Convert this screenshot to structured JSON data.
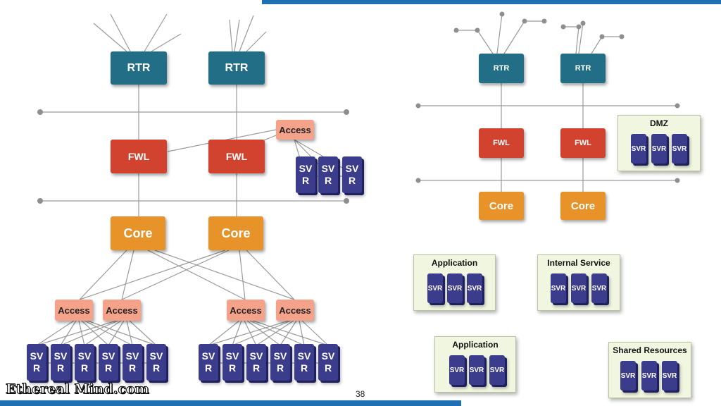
{
  "labels": {
    "rtr": "RTR",
    "fwl": "FWL",
    "core": "Core",
    "access": "Access",
    "svr_split": "SV R",
    "svr": "SVR"
  },
  "zones": {
    "dmz": "DMZ",
    "application": "Application",
    "internal_service": "Internal Service",
    "application_2": "Application",
    "shared_resources": "Shared Resources"
  },
  "footer": {
    "logo": "Ethereal Mind.com",
    "page_number": "38"
  },
  "colors": {
    "router": "#216e86",
    "firewall": "#d2432f",
    "core": "#e8932a",
    "access": "#f5a28a",
    "server": "#3b3d8c",
    "zone": "#f0f6df",
    "accent_bar": "#1f6fb5"
  }
}
